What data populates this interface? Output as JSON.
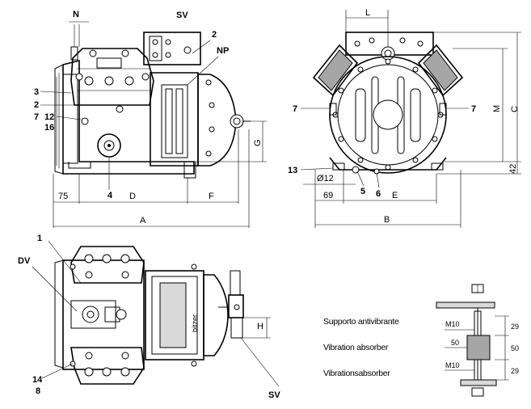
{
  "labels": {
    "sv_top": "SV",
    "sv_bottom": "SV",
    "dv": "DV",
    "np": "NP",
    "n": "N",
    "pos_1": "1",
    "pos_2a": "2",
    "pos_2b": "2",
    "pos_3": "3",
    "pos_4": "4",
    "pos_5": "5",
    "pos_6": "6",
    "pos_7a": "7",
    "pos_7b": "7",
    "pos_7c": "7",
    "pos_8": "8",
    "pos_12": "12",
    "pos_13": "13",
    "pos_14": "14",
    "pos_16": "16"
  },
  "dimensions": {
    "d75": "75",
    "dD": "D",
    "dF": "F",
    "dA": "A",
    "dG": "G",
    "dL": "L",
    "dM": "M",
    "dC": "C",
    "d42": "42",
    "d69": "69",
    "dE": "E",
    "dB": "B",
    "d12": "Ø12",
    "dH": "H"
  },
  "absorber": {
    "caption_it": "Supporto antivibrante",
    "caption_en": "Vibration absorber",
    "caption_de": "Vibrationsabsorber",
    "m10_top": "M10",
    "m10_bottom": "M10",
    "d50_left": "50",
    "d29_top": "29",
    "d50_right": "50",
    "d29_bottom": "29"
  },
  "logo_text": "bitzer"
}
